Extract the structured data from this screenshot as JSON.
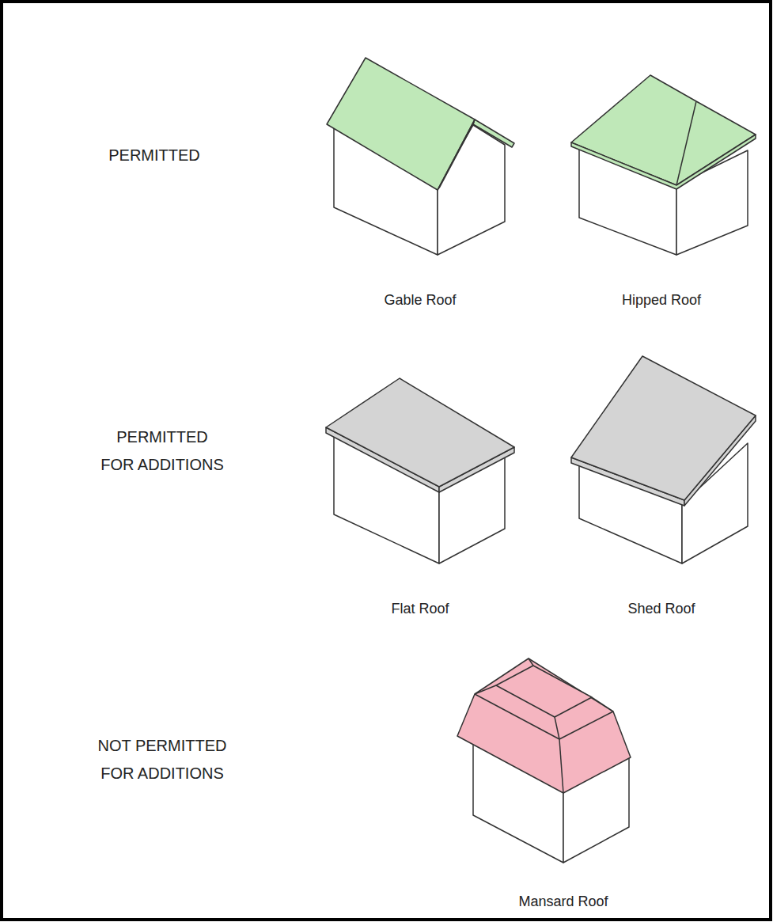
{
  "diagram": {
    "labels": [
      "PERMITTED",
      "Gable Roof",
      "Hipped Roof",
      "PERMITTED FOR ADDITIONS",
      "Flat Roof",
      "Shed Roof",
      "NOT PERMITTED FOR ADDITIONS",
      "Mansard Roof"
    ]
  }
}
